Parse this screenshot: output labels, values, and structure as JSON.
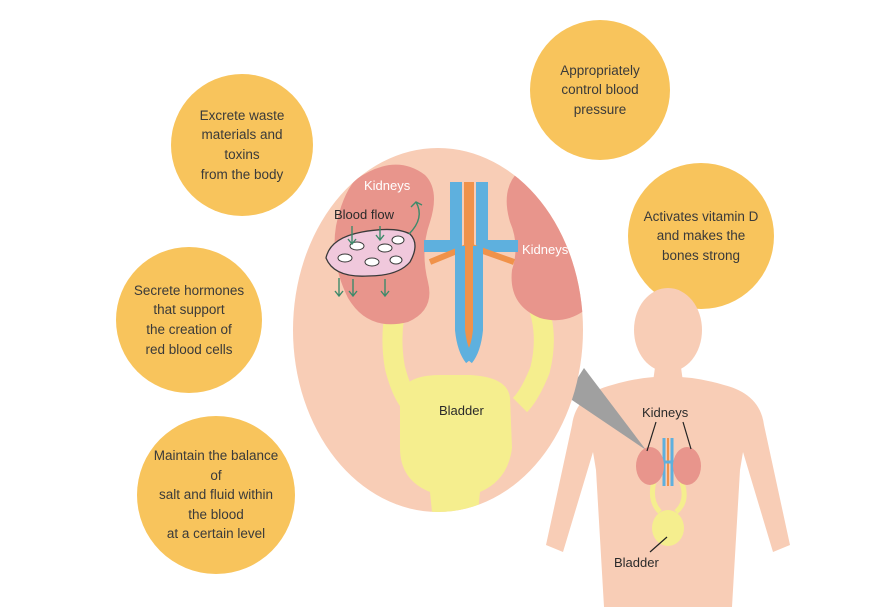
{
  "bubbles": {
    "waste": "Excrete waste\nmaterials and toxins\nfrom the body",
    "pressure": "Appropriately\ncontrol blood\npressure",
    "hormones": "Secrete hormones\nthat support\nthe creation of\nred blood cells",
    "vitamin": "Activates vitamin D\nand makes the\nbones strong",
    "balance": "Maintain the balance of\nsalt and fluid within\nthe blood\nat a certain level"
  },
  "labels": {
    "kidneys_left": "Kidneys",
    "kidneys_right": "Kidneys",
    "blood_flow": "Blood flow",
    "bladder": "Bladder",
    "body_kidneys": "Kidneys",
    "body_bladder": "Bladder"
  },
  "colors": {
    "bubble": "#f8c45c",
    "kidney": "#e8958c",
    "skin": "#f8cdb6",
    "bladder": "#f5ee8e",
    "vein": "#5eb0de",
    "artery": "#f0924a"
  }
}
